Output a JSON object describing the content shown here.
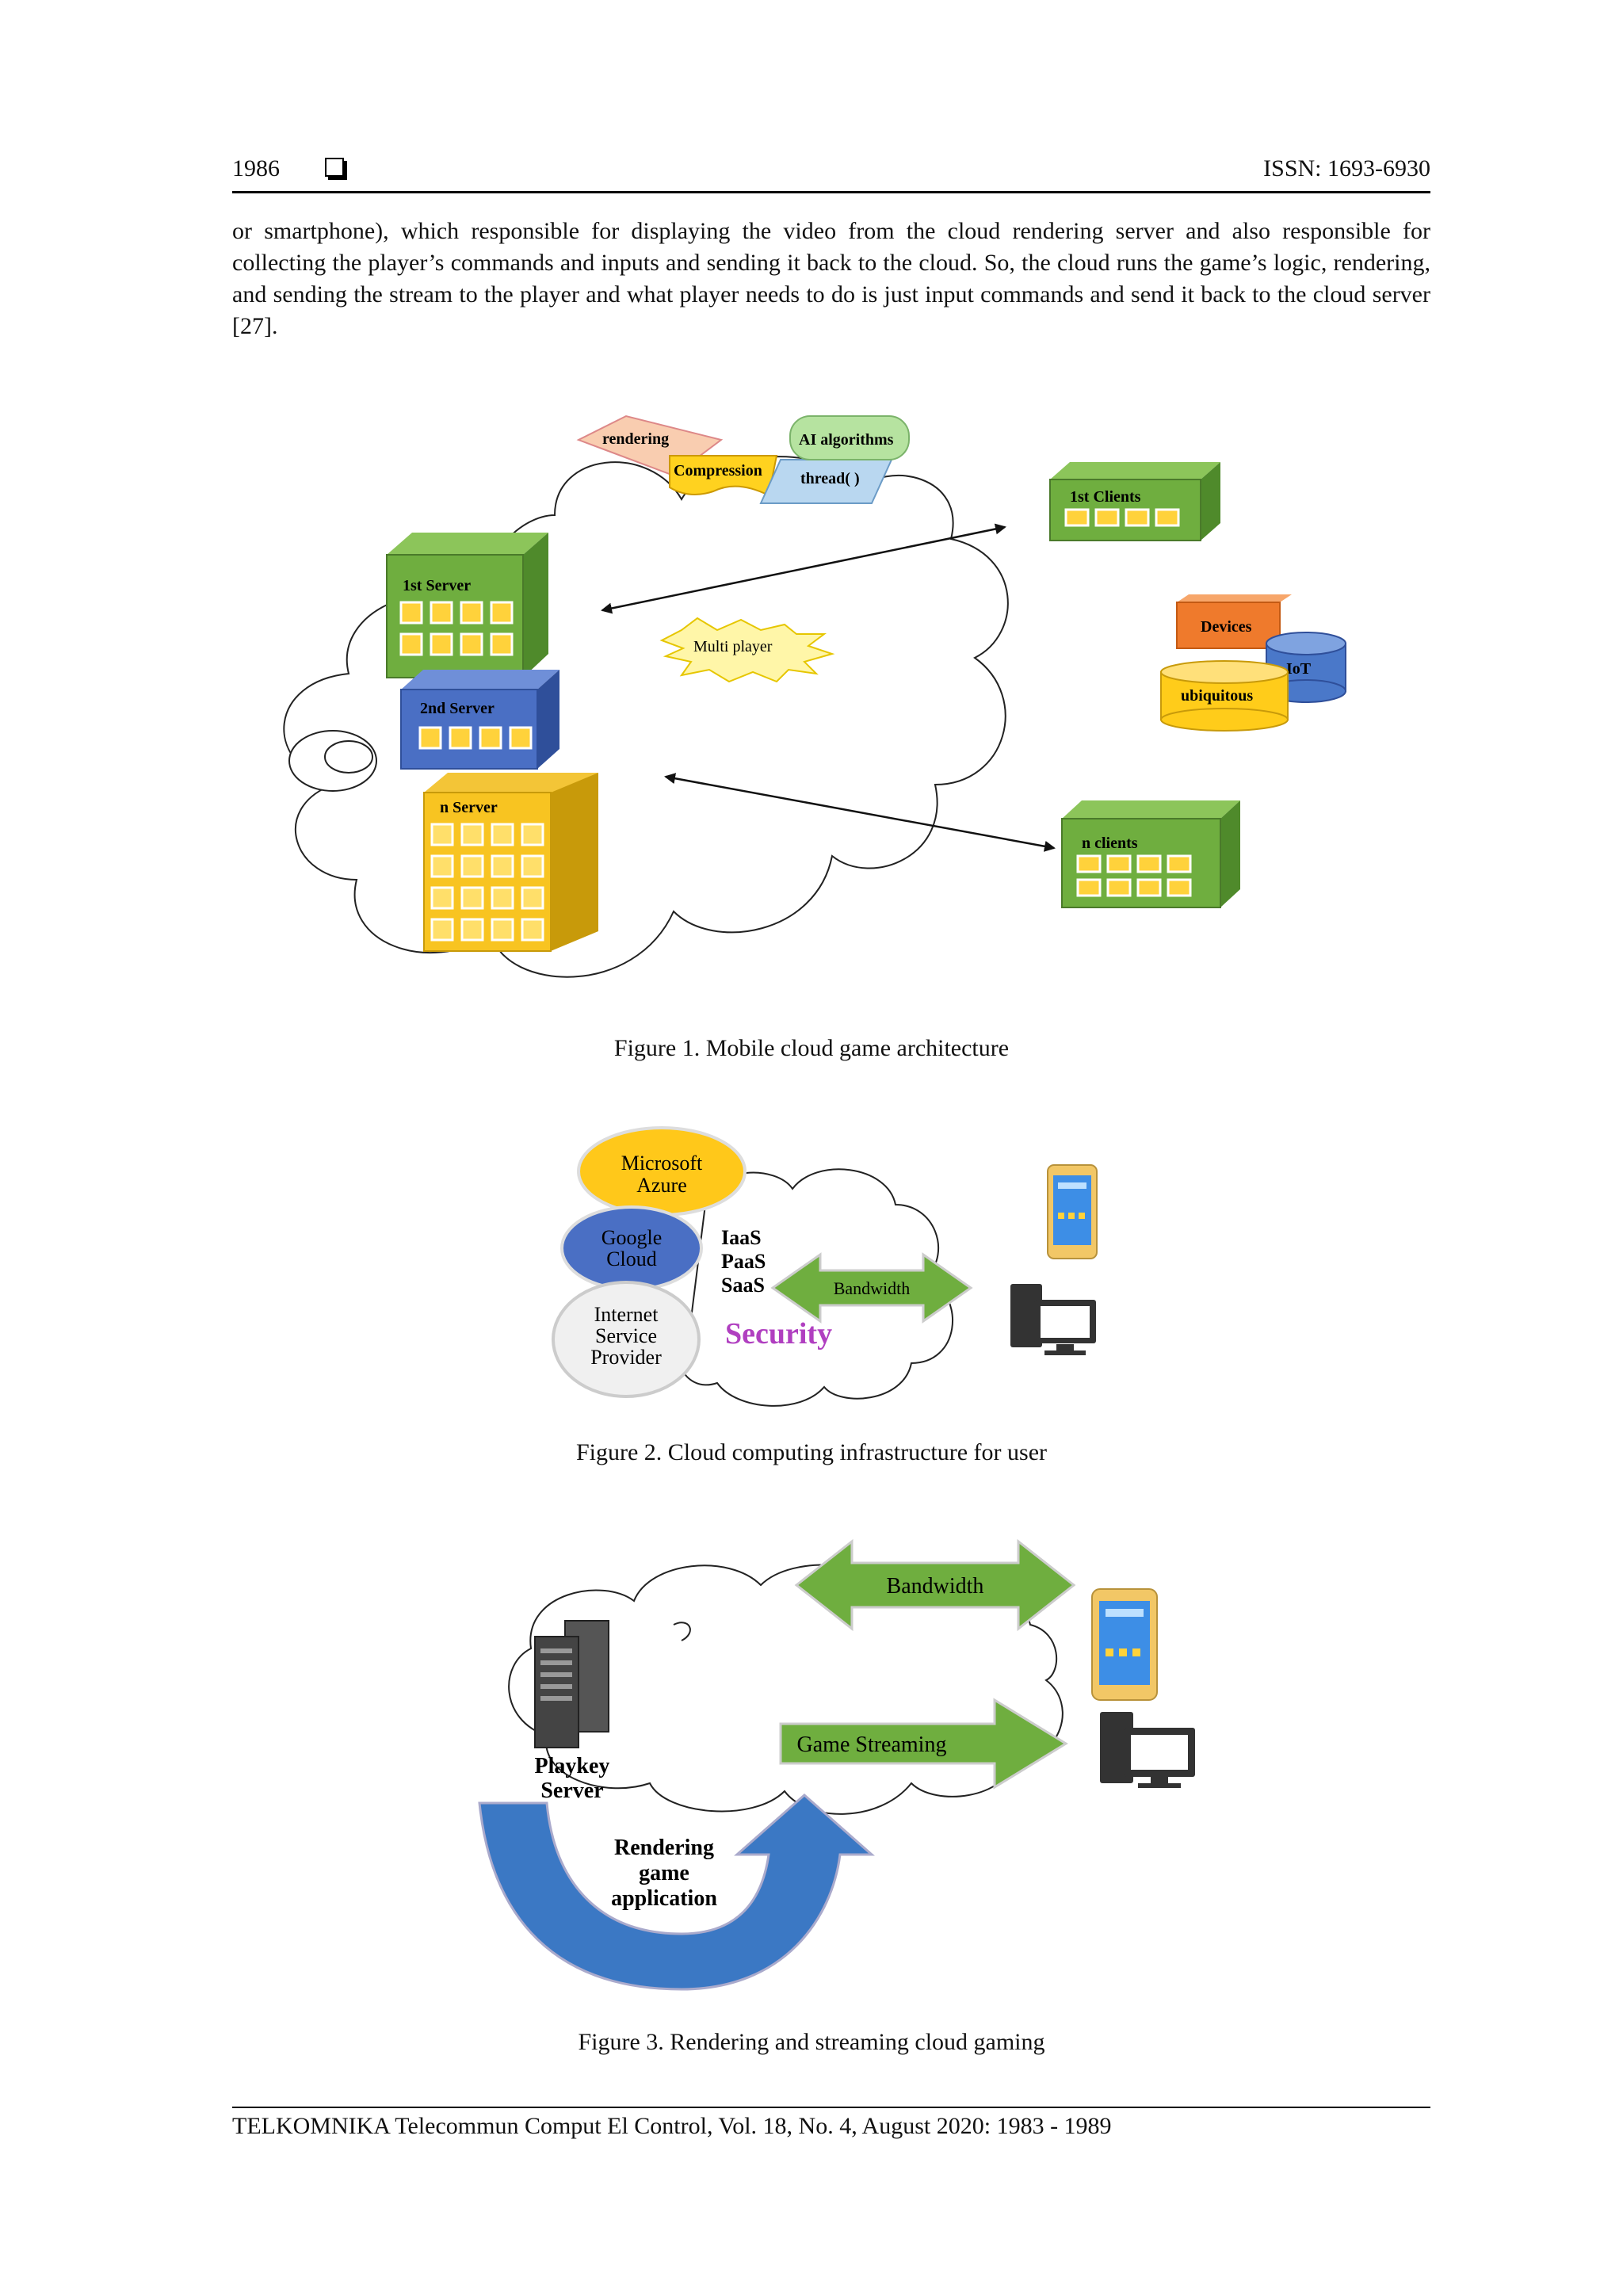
{
  "header": {
    "page_number": "1986",
    "issn": "ISSN: 1693-6930"
  },
  "body_text": "or smartphone), which responsible for displaying the video from the cloud rendering server and also responsible for collecting the player’s commands and inputs and sending it back to the cloud. So, the cloud runs the game’s logic, rendering, and sending the stream to the player and what player needs to do is just input commands and send it back to the cloud server [27].",
  "figure1": {
    "caption": "Figure 1. Mobile cloud game architecture",
    "labels": {
      "rendering": "rendering",
      "compression": "Compression",
      "ai_algorithms": "AI algorithms",
      "thread": "thread( )",
      "server1": "1st Server",
      "server2": "2nd Server",
      "server_n": "n Server",
      "multi_player": "Multi player",
      "clients1": "1st Clients",
      "clients_n": "n clients",
      "devices": "Devices",
      "iot": "IoT",
      "ubiquitous": "ubiquitous"
    }
  },
  "figure2": {
    "caption": "Figure 2. Cloud computing infrastructure for user",
    "labels": {
      "azure_1": "Microsoft",
      "azure_2": "Azure",
      "google_1": "Google",
      "google_2": "Cloud",
      "isp_1": "Internet",
      "isp_2": "Service",
      "isp_3": "Provider",
      "iaas": "IaaS",
      "paas": "PaaS",
      "saas": "SaaS",
      "bandwidth": "Bandwidth",
      "security": "Security"
    }
  },
  "figure3": {
    "caption": "Figure 3. Rendering and streaming cloud gaming",
    "labels": {
      "bandwidth": "Bandwidth",
      "game_streaming": "Game Streaming",
      "server_1": "Playkey",
      "server_2": "Server",
      "render_1": "Rendering",
      "render_2": "game",
      "render_3": "application"
    }
  },
  "footer": "TELKOMNIKA Telecommun Comput El Control, Vol. 18, No. 4, August 2020:  1983 - 1989"
}
